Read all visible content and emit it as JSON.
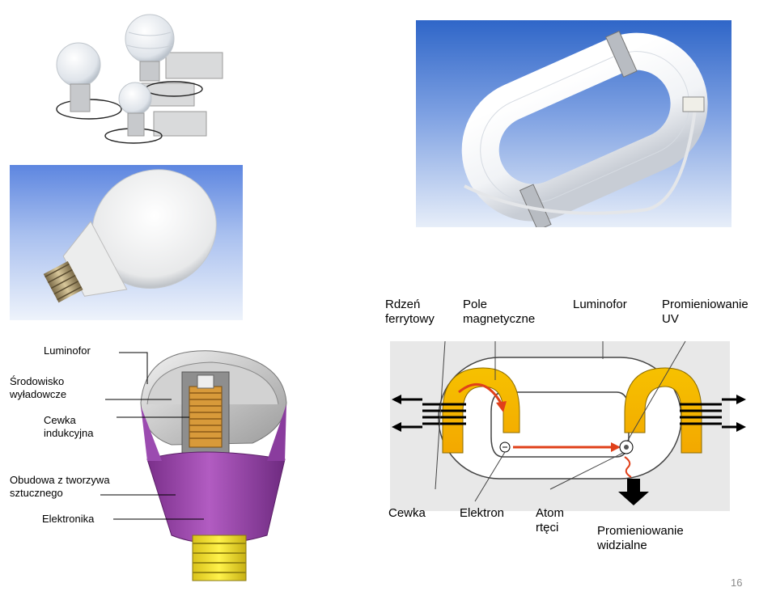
{
  "cutaway": {
    "labels": {
      "luminofor": "Luminofor",
      "srodowisko_1": "Środowisko",
      "srodowisko_2": "wyładowcze",
      "cewka_1": "Cewka",
      "cewka_2": "indukcyjna",
      "obudowa_1": "Obudowa z tworzywa",
      "obudowa_2": "sztucznego",
      "elektronika": "Elektronika"
    }
  },
  "diagram": {
    "labels": {
      "rdzen_1": "Rdzeń",
      "rdzen_2": "ferrytowy",
      "pole_1": "Pole",
      "pole_2": "magnetyczne",
      "luminofor": "Luminofor",
      "uv_1": "Promieniowanie",
      "uv_2": "UV",
      "cewka": "Cewka",
      "elektron": "Elektron",
      "atom_1": "Atom",
      "atom_2": "rtęci",
      "widzialne_1": "Promieniowanie",
      "widzialne_2": "widzialne"
    }
  },
  "page_number": "16"
}
